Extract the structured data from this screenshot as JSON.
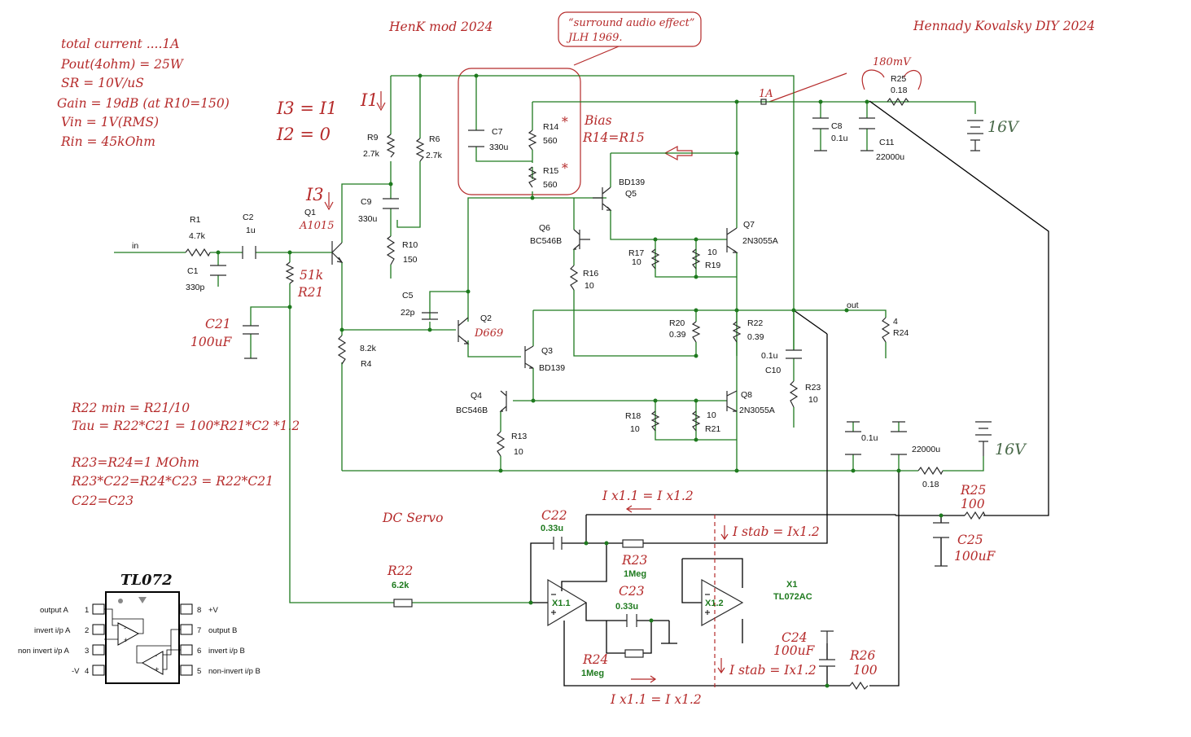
{
  "titles": {
    "henk_mod": "HenK mod 2024",
    "author": "Hennady Kovalsky DIY 2024",
    "surround_line1": "“surround audio effect”",
    "surround_line2": "JLH 1969."
  },
  "specs": [
    "total current ....1A",
    "Pout(4ohm) = 25W",
    "SR = 10V/uS",
    "Gain = 19dB (at R10=150)",
    "Vin = 1V(RMS)",
    "Rin = 45kOhm"
  ],
  "currents": {
    "i3_eq_i1": "I3 = I1",
    "i2_eq_0": "I2 = 0",
    "i1": "I1",
    "i3": "I3",
    "meas_180mv": "180mV",
    "meas_1a": "1A"
  },
  "bias": {
    "line1": "Bias",
    "line2": "R14=R15"
  },
  "formulas": [
    "R22 min = R21/10",
    "Tau = R22*C21 = 100*R21*C2 *1.2",
    "R23=R24=1 MOhm",
    "R23*C22=R24*C23 = R22*C21",
    "C22=C23"
  ],
  "dc_servo": "DC Servo",
  "servo_currents": {
    "ix_top": "I x1.1 = I x1.2",
    "ix_bottom": "I x1.1 = I x1.2",
    "istab_top": "I stab = Ix1.2",
    "istab_bottom": "I stab = Ix1.2"
  },
  "supply": {
    "top": "16V",
    "bottom": "16V"
  },
  "nets": {
    "in": "in",
    "out": "out"
  },
  "components": {
    "r1": {
      "name": "R1",
      "value": "4.7k"
    },
    "c1": {
      "name": "C1",
      "value": "330p"
    },
    "c2": {
      "name": "C2",
      "value": "1u"
    },
    "r21_in": {
      "name": "R21",
      "value": "51k"
    },
    "c21": {
      "name": "C21",
      "value": "100uF"
    },
    "q1": {
      "name": "Q1",
      "type": "A1015"
    },
    "r9": {
      "name": "R9",
      "value": "2.7k"
    },
    "r6": {
      "name": "R6",
      "value": "2.7k"
    },
    "c9": {
      "name": "C9",
      "value": "330u"
    },
    "r10": {
      "name": "R10",
      "value": "150"
    },
    "c5": {
      "name": "C5",
      "value": "22p"
    },
    "r4": {
      "name": "R4",
      "value": "8.2k"
    },
    "c7": {
      "name": "C7",
      "value": "330u"
    },
    "r14": {
      "name": "R14",
      "value": "560",
      "mark": "*"
    },
    "r15": {
      "name": "R15",
      "value": "560",
      "mark": "*"
    },
    "q5": {
      "name": "Q5",
      "type": "BD139"
    },
    "q6": {
      "name": "Q6",
      "type": "BC546B"
    },
    "q7": {
      "name": "Q7",
      "type": "2N3055A"
    },
    "r17": {
      "name": "R17",
      "value": "10"
    },
    "r19": {
      "name": "R19",
      "value": "10"
    },
    "r16": {
      "name": "R16",
      "value": "10"
    },
    "q2": {
      "name": "Q2",
      "type": "D669"
    },
    "q3": {
      "name": "Q3",
      "type": "BD139"
    },
    "q4": {
      "name": "Q4",
      "type": "BC546B"
    },
    "q8": {
      "name": "Q8",
      "type": "2N3055A"
    },
    "r13": {
      "name": "R13",
      "value": "10"
    },
    "r18": {
      "name": "R18",
      "value": "10"
    },
    "r21_out": {
      "name": "R21",
      "value": "10"
    },
    "r20": {
      "name": "R20",
      "value": "0.39"
    },
    "r22_out": {
      "name": "R22",
      "value": "0.39"
    },
    "c10": {
      "name": "C10",
      "value": "0.1u"
    },
    "r23_out": {
      "name": "R23",
      "value": "10"
    },
    "r24_out": {
      "name": "R24",
      "value": "4"
    },
    "c8": {
      "name": "C8",
      "value": "0.1u"
    },
    "c11": {
      "name": "C11",
      "value": "22000u"
    },
    "r25_top": {
      "name": "R25",
      "value": "0.18"
    },
    "c_bot1": {
      "value": "0.1u"
    },
    "c_bot2": {
      "value": "22000u"
    },
    "r_bot": {
      "value": "0.18"
    },
    "r25_servo": {
      "name": "R25",
      "value": "100"
    },
    "c25": {
      "name": "C25",
      "value": "100uF"
    },
    "c22": {
      "name": "C22",
      "value": "0.33u"
    },
    "r23_servo": {
      "name": "R23",
      "value": "1Meg"
    },
    "c23": {
      "name": "C23",
      "value": "0.33u"
    },
    "r24_servo": {
      "name": "R24",
      "value": "1Meg"
    },
    "r22_servo": {
      "name": "R22",
      "value": "6.2k"
    },
    "x11": {
      "name": "X1.1"
    },
    "x12": {
      "name": "X1.2"
    },
    "x1": {
      "name": "X1",
      "type": "TL072AC"
    },
    "c24": {
      "name": "C24",
      "value": "100uF"
    },
    "r26": {
      "name": "R26",
      "value": "100"
    }
  },
  "tl072": {
    "title": "TL072",
    "left_pins": [
      {
        "label": "output A",
        "num": "1"
      },
      {
        "label": "invert i/p A",
        "num": "2"
      },
      {
        "label": "non invert i/p A",
        "num": "3"
      },
      {
        "label": "-V",
        "num": "4"
      }
    ],
    "right_pins": [
      {
        "num": "8",
        "label": "+V"
      },
      {
        "num": "7",
        "label": "output B"
      },
      {
        "num": "6",
        "label": "invert i/p B"
      },
      {
        "num": "5",
        "label": "non-invert i/p B"
      }
    ]
  },
  "colors": {
    "wire": "#1e7a1e",
    "annotation": "#b52a2a",
    "component": "#2a2a2a",
    "label": "#111111"
  }
}
